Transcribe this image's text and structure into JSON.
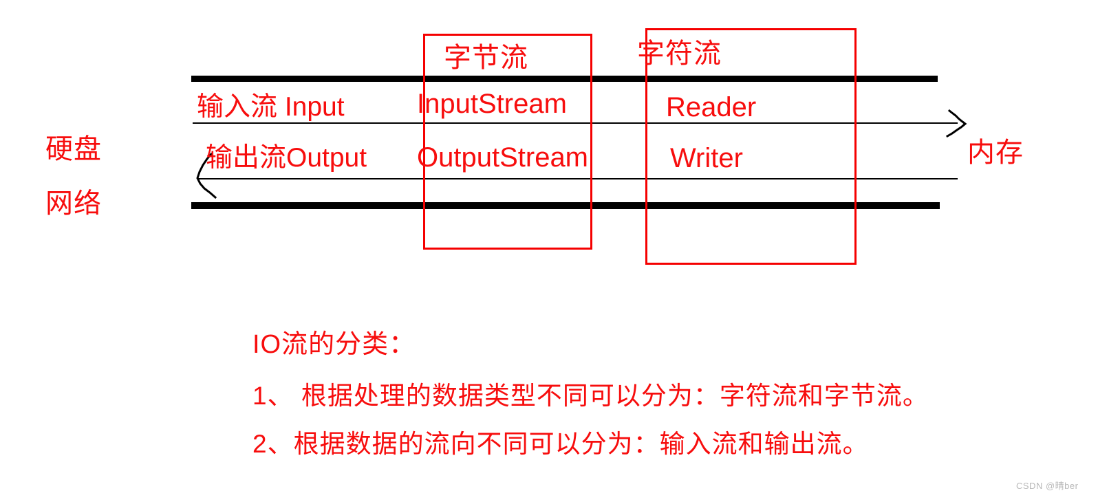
{
  "diagram": {
    "left_labels": [
      {
        "label": "硬盘"
      },
      {
        "label": "网络"
      }
    ],
    "right_label": "内存",
    "byte_box_title": "字节流",
    "char_box_title": "字符流",
    "rows": [
      {
        "direction_label": "输入流 Input",
        "byte_stream": "InputStream",
        "char_stream": "Reader"
      },
      {
        "direction_label": "输出流Output",
        "byte_stream": "OutputStream",
        "char_stream": "Writer"
      }
    ],
    "arrows": [
      {
        "name": "input-arrow",
        "direction": "right"
      },
      {
        "name": "output-arrow",
        "direction": "left"
      }
    ]
  },
  "notes": {
    "title": "IO流的分类：",
    "items": [
      "1、 根据处理的数据类型不同可以分为：字符流和字节流。",
      "2、根据数据的流向不同可以分为：输入流和输出流。"
    ]
  },
  "watermark": "CSDN @晴ber",
  "colors": {
    "accent_red": "#f70d0d",
    "box_red": "#f50000",
    "line_black": "#000000",
    "watermark_gray": "#b8b8b8"
  }
}
